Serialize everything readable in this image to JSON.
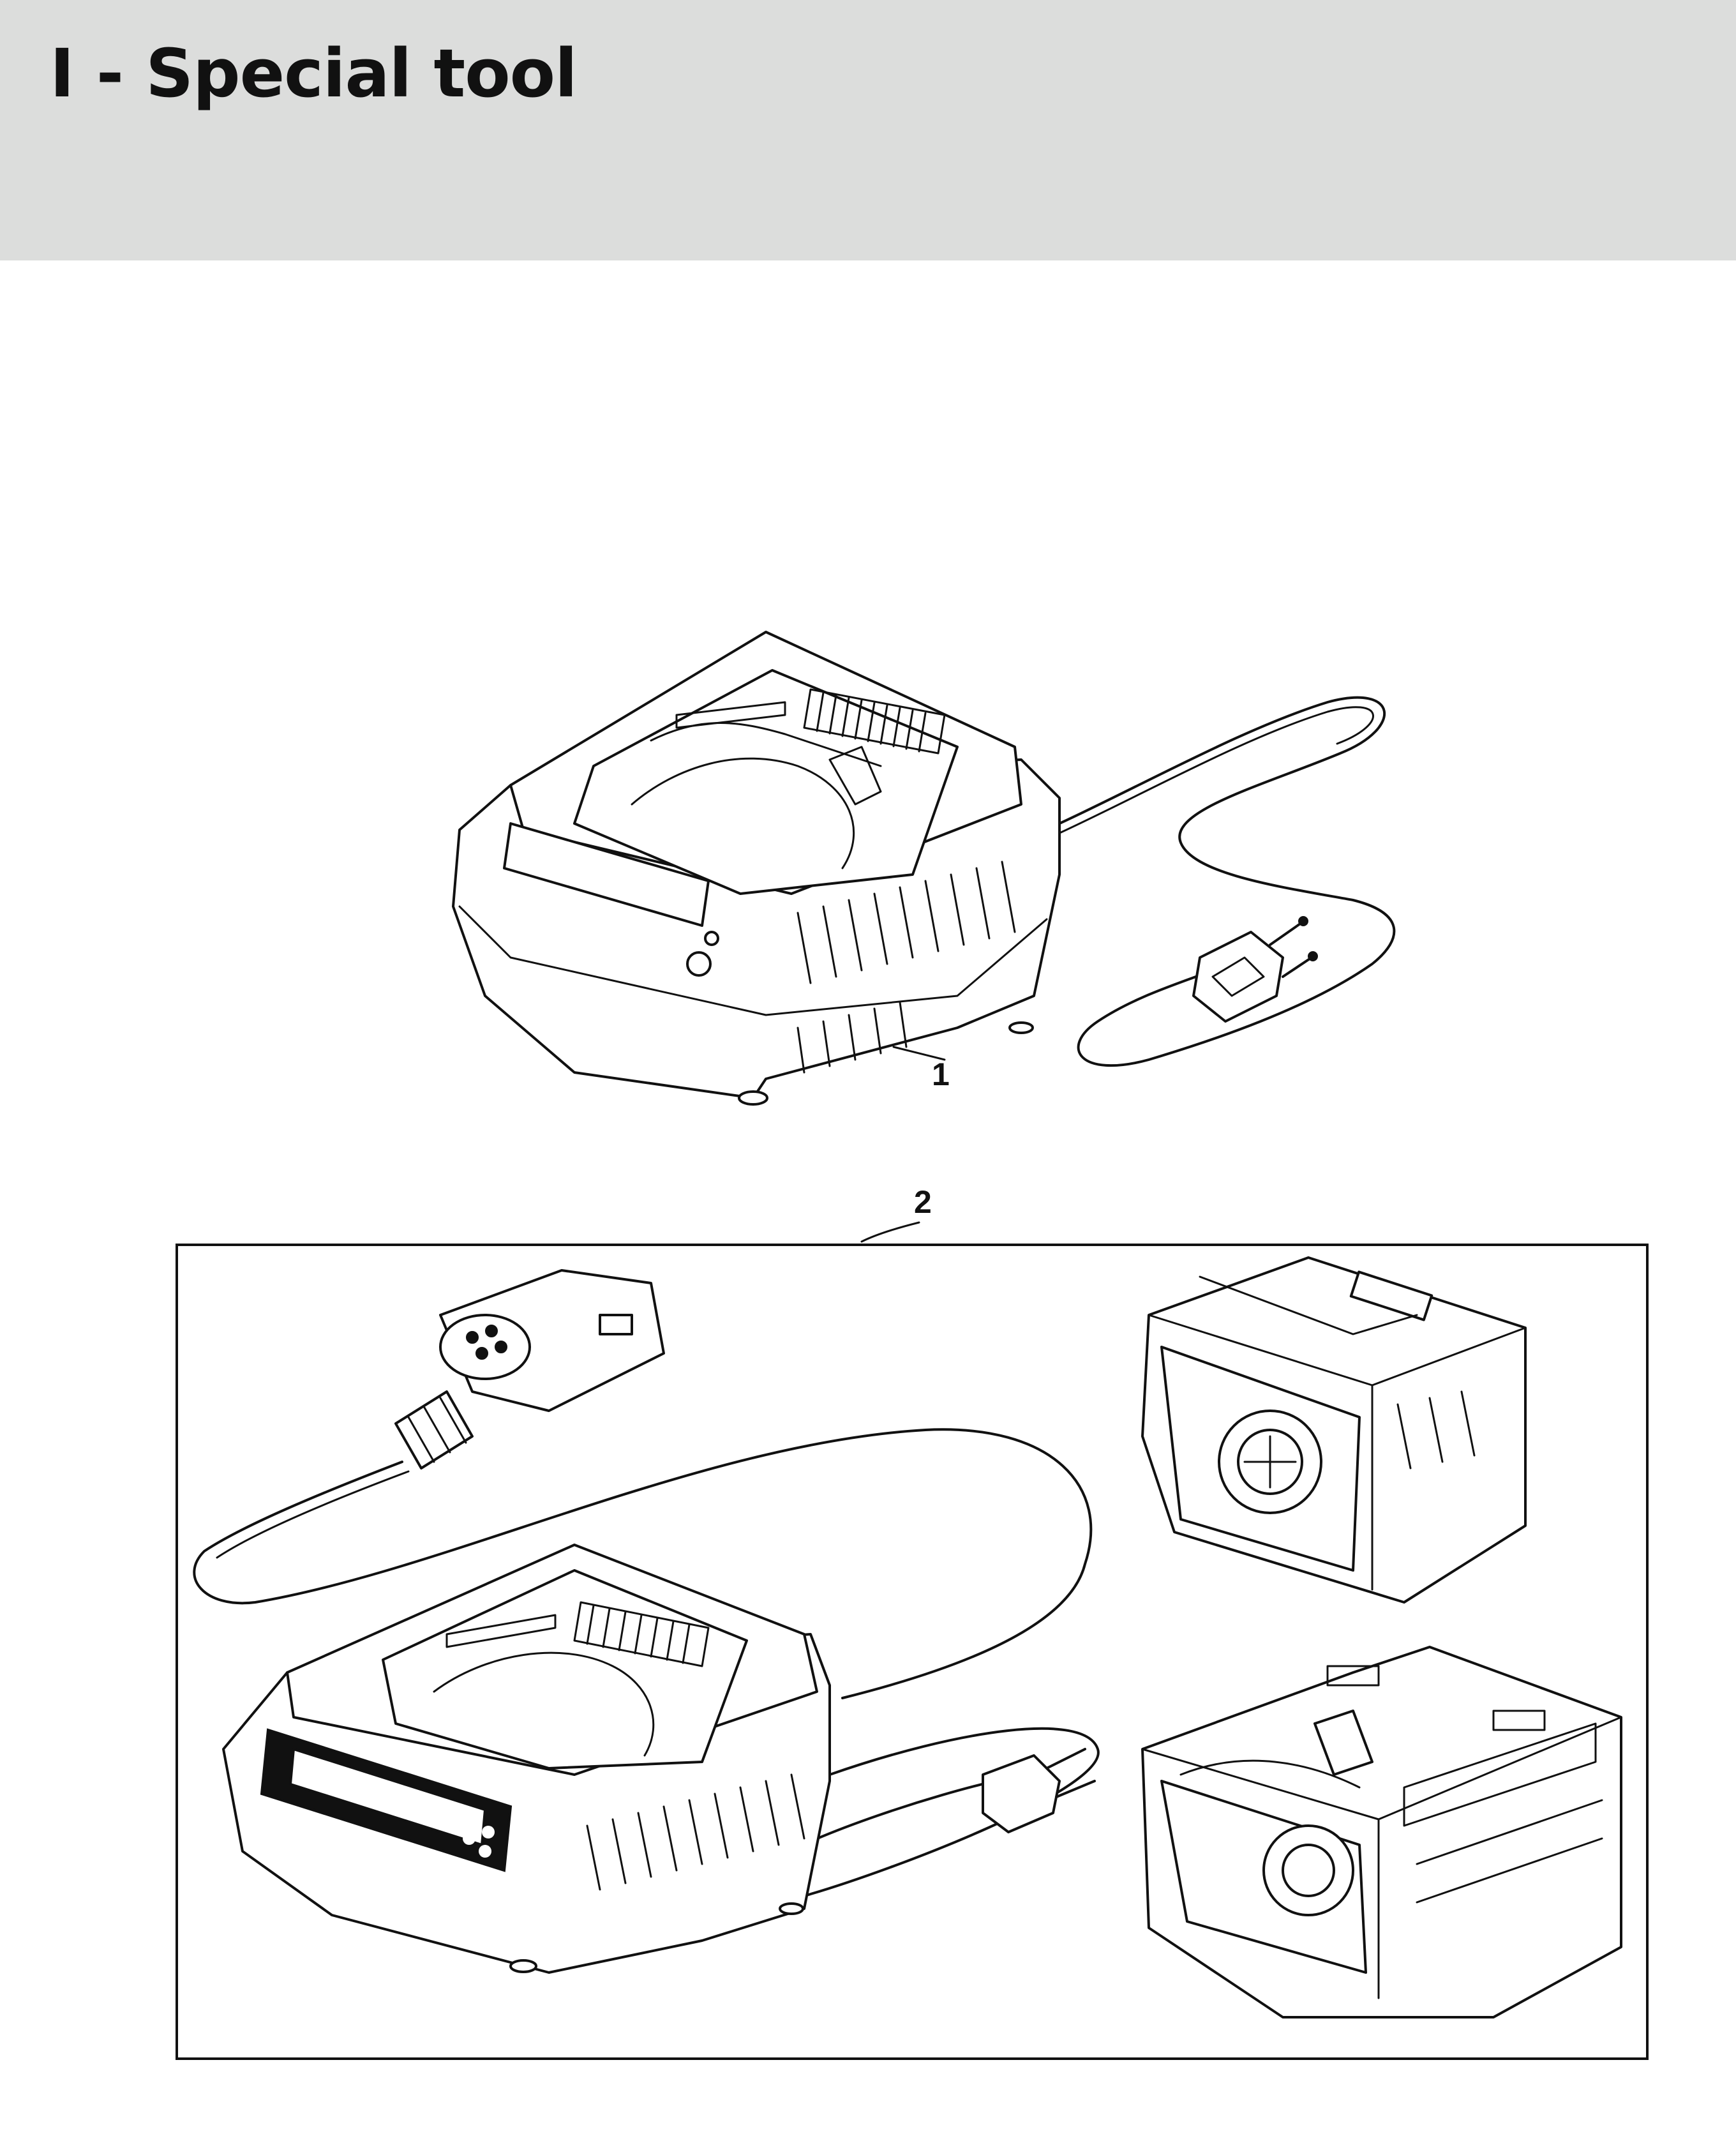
{
  "header": {
    "title": "I - Special tool"
  },
  "callouts": [
    {
      "id": "1",
      "label": "1"
    },
    {
      "id": "2",
      "label": "2"
    }
  ],
  "colors": {
    "header_band": "#dcdddc",
    "line": "#111111",
    "background": "#ffffff"
  }
}
